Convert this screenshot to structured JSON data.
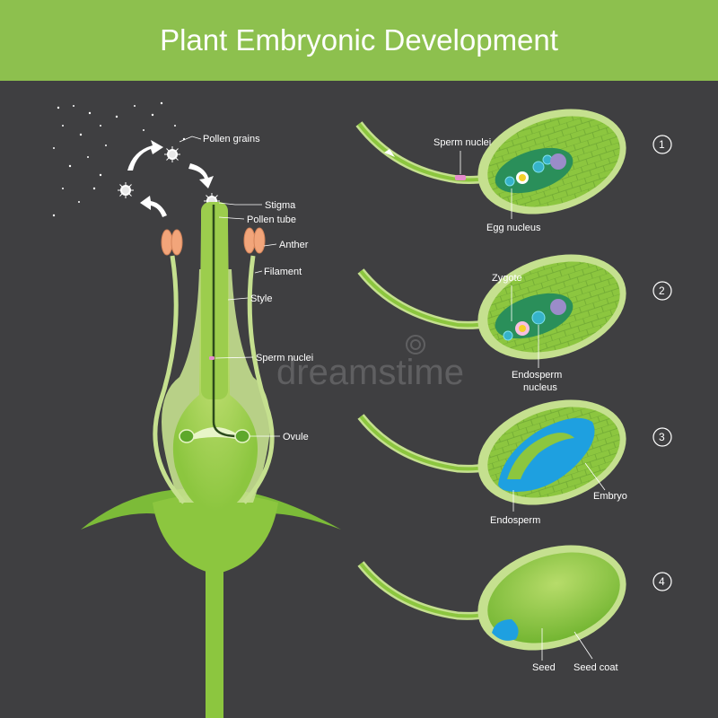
{
  "title": "Plant Embryonic Development",
  "watermark": "dreamstime",
  "flower_labels": {
    "pollen_grains": "Pollen grains",
    "stigma": "Stigma",
    "pollen_tube": "Pollen tube",
    "anther": "Anther",
    "filament": "Filament",
    "style": "Style",
    "sperm_nuclei": "Sperm nuclei",
    "ovule": "Ovule"
  },
  "stages": [
    {
      "number": "1",
      "labels": [
        "Sperm nuclei",
        "Egg nucleus"
      ]
    },
    {
      "number": "2",
      "labels": [
        "Zygote",
        "Endosperm",
        "nucleus"
      ]
    },
    {
      "number": "3",
      "labels": [
        "Embryo",
        "Endosperm"
      ]
    },
    {
      "number": "4",
      "labels": [
        "Seed",
        "Seed coat"
      ]
    }
  ],
  "colors": {
    "background": "#3f3f41",
    "header": "#8dc04e",
    "plant_green": "#8cc63f",
    "light_green": "#c5e08f",
    "embryo_blue": "#1ea0e0",
    "anther_orange": "#f2a57a"
  }
}
